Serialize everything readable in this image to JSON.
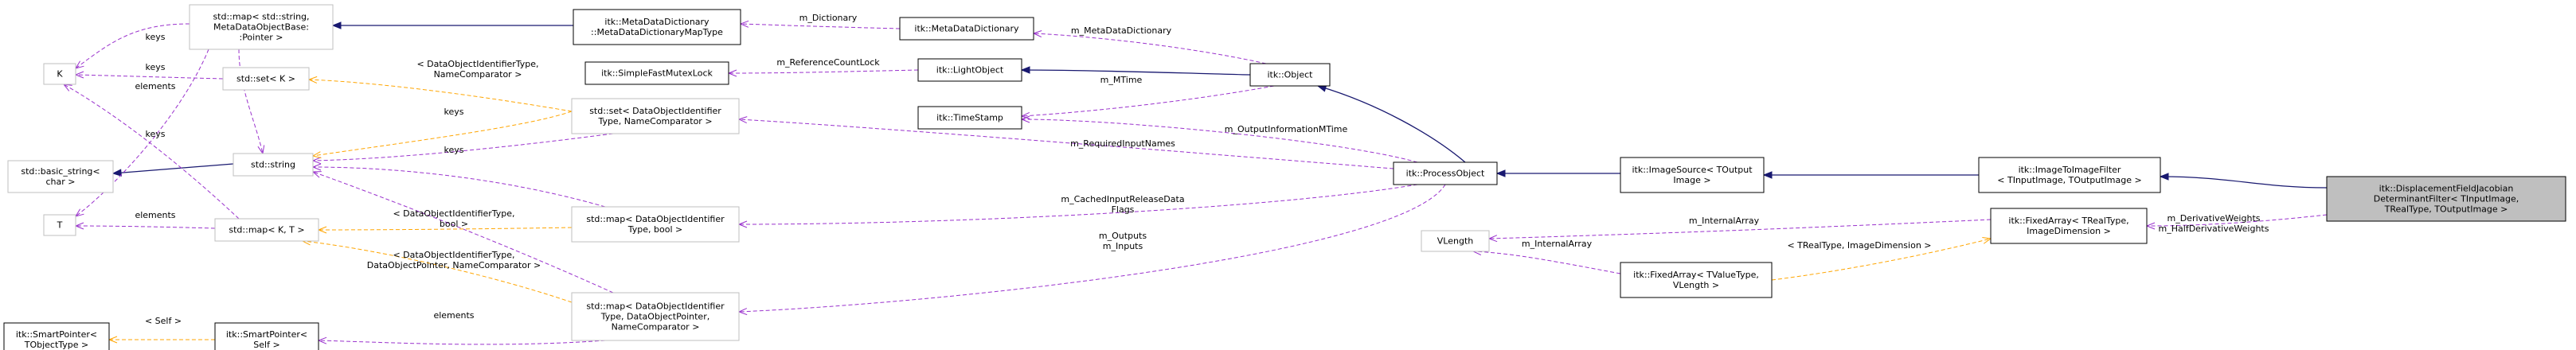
{
  "diagram": {
    "nodes": {
      "n_focus": [
        "itk::DisplacementFieldJacobian",
        "DeterminantFilter< TInputImage,",
        "TRealType, TOutputImage >"
      ],
      "n_img2img": [
        "itk::ImageToImageFilter",
        "< TInputImage, TOutputImage >"
      ],
      "n_imgsrc": [
        "itk::ImageSource< TOutput",
        "Image >"
      ],
      "n_procobj": [
        "itk::ProcessObject"
      ],
      "n_object": [
        "itk::Object"
      ],
      "n_lightobj": [
        "itk::LightObject"
      ],
      "n_mutex": [
        "itk::SimpleFastMutexLock"
      ],
      "n_timestamp": [
        "itk::TimeStamp"
      ],
      "n_mdd": [
        "itk::MetaDataDictionary"
      ],
      "n_mddmap": [
        "itk::MetaDataDictionary",
        "::MetaDataDictionaryMapType"
      ],
      "n_mapmeta": [
        "std::map< std::string,",
        "MetaDataObjectBase:",
        ":Pointer >"
      ],
      "n_setK": [
        "std::set< K >"
      ],
      "n_K": [
        "K"
      ],
      "n_basicstr": [
        "std::basic_string<",
        "char >"
      ],
      "n_string": [
        "std::string"
      ],
      "n_T": [
        "T"
      ],
      "n_mapKT": [
        "std::map< K, T >"
      ],
      "n_setDOI": [
        "std::set< DataObjectIdentifier",
        "Type, NameComparator >"
      ],
      "n_mapDOIbool": [
        "std::map< DataObjectIdentifier",
        "Type, bool >"
      ],
      "n_mapDOIptr": [
        "std::map< DataObjectIdentifier",
        "Type, DataObjectPointer,",
        "NameComparator >"
      ],
      "n_sp_T": [
        "itk::SmartPointer<",
        "TObjectType >"
      ],
      "n_sp_self": [
        "itk::SmartPointer<",
        "Self >"
      ],
      "n_vlength": [
        "VLength"
      ],
      "n_fixedRT": [
        "itk::FixedArray< TRealType,",
        "ImageDimension >"
      ],
      "n_fixedVT": [
        "itk::FixedArray< TValueType,",
        "VLength >"
      ]
    },
    "edge_labels": {
      "l_mdd_map": [
        "m_Dictionary"
      ],
      "l_obj_mdd": [
        "m_MetaDataDictionary"
      ],
      "l_light_mutex": [
        "m_ReferenceCountLock"
      ],
      "l_obj_ts": [
        "m_MTime"
      ],
      "l_po_ts": [
        "m_OutputInformationMTime"
      ],
      "l_po_setdoi": [
        "m_RequiredInputNames"
      ],
      "l_po_mapbool": [
        "m_CachedInputReleaseData",
        "Flags"
      ],
      "l_po_mapptr": [
        "m_Outputs",
        "m_Inputs"
      ],
      "l_map_K": [
        "keys"
      ],
      "l_setK_K": [
        "keys"
      ],
      "l_mapmeta_elements": [
        "elements"
      ],
      "l_setK_setdoi": [
        "< DataObjectIdentifierType,",
        "NameComparator >"
      ],
      "l_setdoi_string": [
        "keys"
      ],
      "l_mapbool_string": [
        "keys"
      ],
      "l_mapKT_K": [
        "keys"
      ],
      "l_mapKT_T": [
        "elements"
      ],
      "l_mapKT_mapbool": [
        "< DataObjectIdentifierType,",
        "bool >"
      ],
      "l_mapKT_mapptr": [
        "< DataObjectIdentifierType,",
        "DataObjectPointer, NameComparator >"
      ],
      "l_mapptr_sp": [
        "elements"
      ],
      "l_sp_self": [
        "< Self >"
      ],
      "l_focus_fixed": [
        "m_DerivativeWeights",
        "m_HalfDerivativeWeights"
      ],
      "l_fixedRT_vlen": [
        "m_InternalArray"
      ],
      "l_fixedVT_vlen": [
        "m_InternalArray"
      ],
      "l_fixedVT_fixedRT": [
        "< TRealType, ImageDimension >"
      ]
    }
  }
}
